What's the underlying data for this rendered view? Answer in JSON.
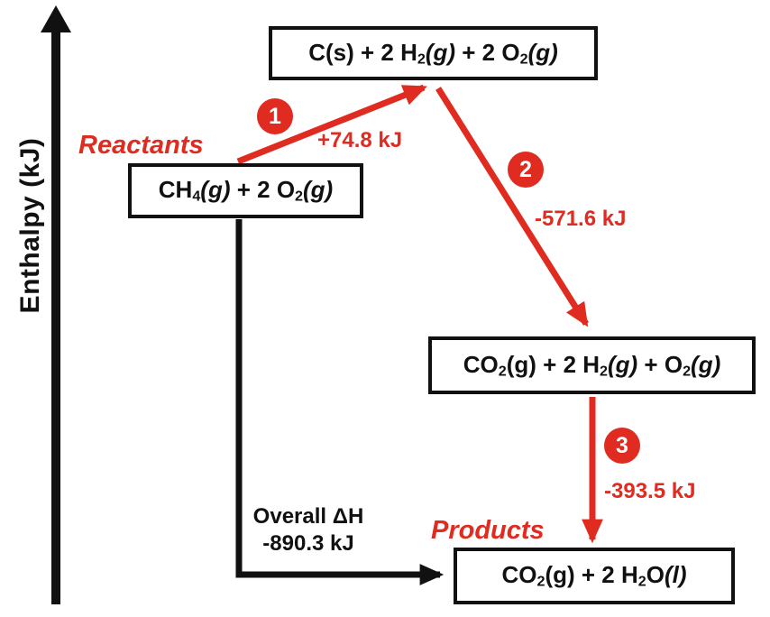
{
  "colors": {
    "red": "#E02B20",
    "black": "#111111"
  },
  "axis": {
    "label": "Enthalpy (kJ)"
  },
  "sections": {
    "reactants_label": "Reactants",
    "products_label": "Products"
  },
  "boxes": {
    "top": {
      "segments": [
        {
          "t": "C(s) + 2 H",
          "s": "n"
        },
        {
          "t": "2",
          "s": "sub"
        },
        {
          "t": "(g)",
          "s": "i"
        },
        {
          "t": " + 2 O",
          "s": "n"
        },
        {
          "t": "2",
          "s": "sub"
        },
        {
          "t": "(g)",
          "s": "i"
        }
      ]
    },
    "reactants": {
      "segments": [
        {
          "t": "CH",
          "s": "n"
        },
        {
          "t": "4",
          "s": "sub"
        },
        {
          "t": "(g)",
          "s": "i"
        },
        {
          "t": " + 2 O",
          "s": "n"
        },
        {
          "t": "2",
          "s": "sub"
        },
        {
          "t": "(g)",
          "s": "i"
        }
      ]
    },
    "intermediate": {
      "segments": [
        {
          "t": "CO",
          "s": "n"
        },
        {
          "t": "2",
          "s": "sub"
        },
        {
          "t": "(g) + 2 H",
          "s": "n"
        },
        {
          "t": "2",
          "s": "sub"
        },
        {
          "t": "(g)",
          "s": "i"
        },
        {
          "t": " + O",
          "s": "n"
        },
        {
          "t": "2",
          "s": "sub"
        },
        {
          "t": "(g)",
          "s": "i"
        }
      ]
    },
    "products": {
      "segments": [
        {
          "t": "CO",
          "s": "n"
        },
        {
          "t": "2",
          "s": "sub"
        },
        {
          "t": "(g) + 2 H",
          "s": "n"
        },
        {
          "t": "2",
          "s": "sub"
        },
        {
          "t": "O",
          "s": "n"
        },
        {
          "t": "(l)",
          "s": "i"
        }
      ]
    }
  },
  "steps": [
    {
      "number": "1",
      "energy": "+74.8 kJ"
    },
    {
      "number": "2",
      "energy": "-571.6 kJ"
    },
    {
      "number": "3",
      "energy": "-393.5 kJ"
    }
  ],
  "overall": {
    "title": "Overall ΔH",
    "value": "-890.3 kJ"
  }
}
